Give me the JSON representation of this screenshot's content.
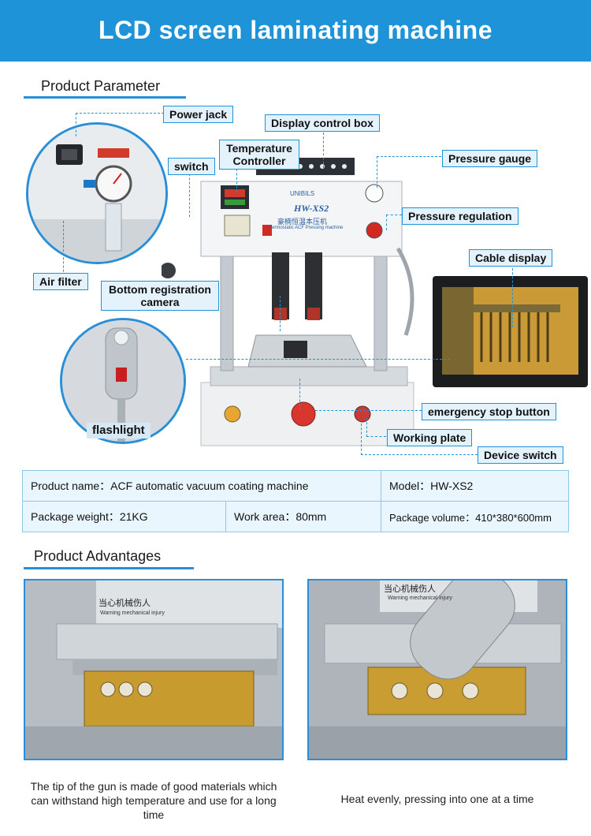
{
  "header": {
    "title": "LCD screen laminating machine"
  },
  "sections": {
    "parameter": "Product Parameter",
    "advantages": "Product Advantages"
  },
  "machine": {
    "brand": "UNIBILS",
    "model_plate": "HW-XS2",
    "subtitle_cn": "豪楠恒温本压机",
    "subtitle_en": "Thermostatic ACF Pressing machine",
    "warning_cn": "当心机械伤人",
    "warning_en": "Warning mechanical injury"
  },
  "callouts": {
    "power_jack": "Power jack",
    "display_control_box": "Display control box",
    "switch": "switch",
    "temperature_controller": "Temperature Controller",
    "pressure_gauge": "Pressure gauge",
    "pressure_regulation": "Pressure regulation",
    "cable_display": "Cable display",
    "air_filter": "Air filter",
    "bottom_camera": "Bottom registration camera",
    "flashlight": "flashlight",
    "emergency_stop": "emergency stop button",
    "working_plate": "Working plate",
    "device_switch": "Device switch"
  },
  "params": {
    "product_name": "Product name：ACF automatic vacuum coating machine",
    "model": "Model：HW-XS2",
    "package_weight": "Package weight：21KG",
    "work_area": "Work area：80mm",
    "package_volume": "Package volume：410*380*600mm"
  },
  "advantages": {
    "left_caption": "The tip of the gun is made of good materials which can withstand high temperature and use for a long time",
    "right_caption": "Heat evenly, pressing into one at a time"
  },
  "colors": {
    "accent": "#1f93d8",
    "label_bg": "#e3f2fb",
    "table_bg": "#eaf6fd"
  }
}
